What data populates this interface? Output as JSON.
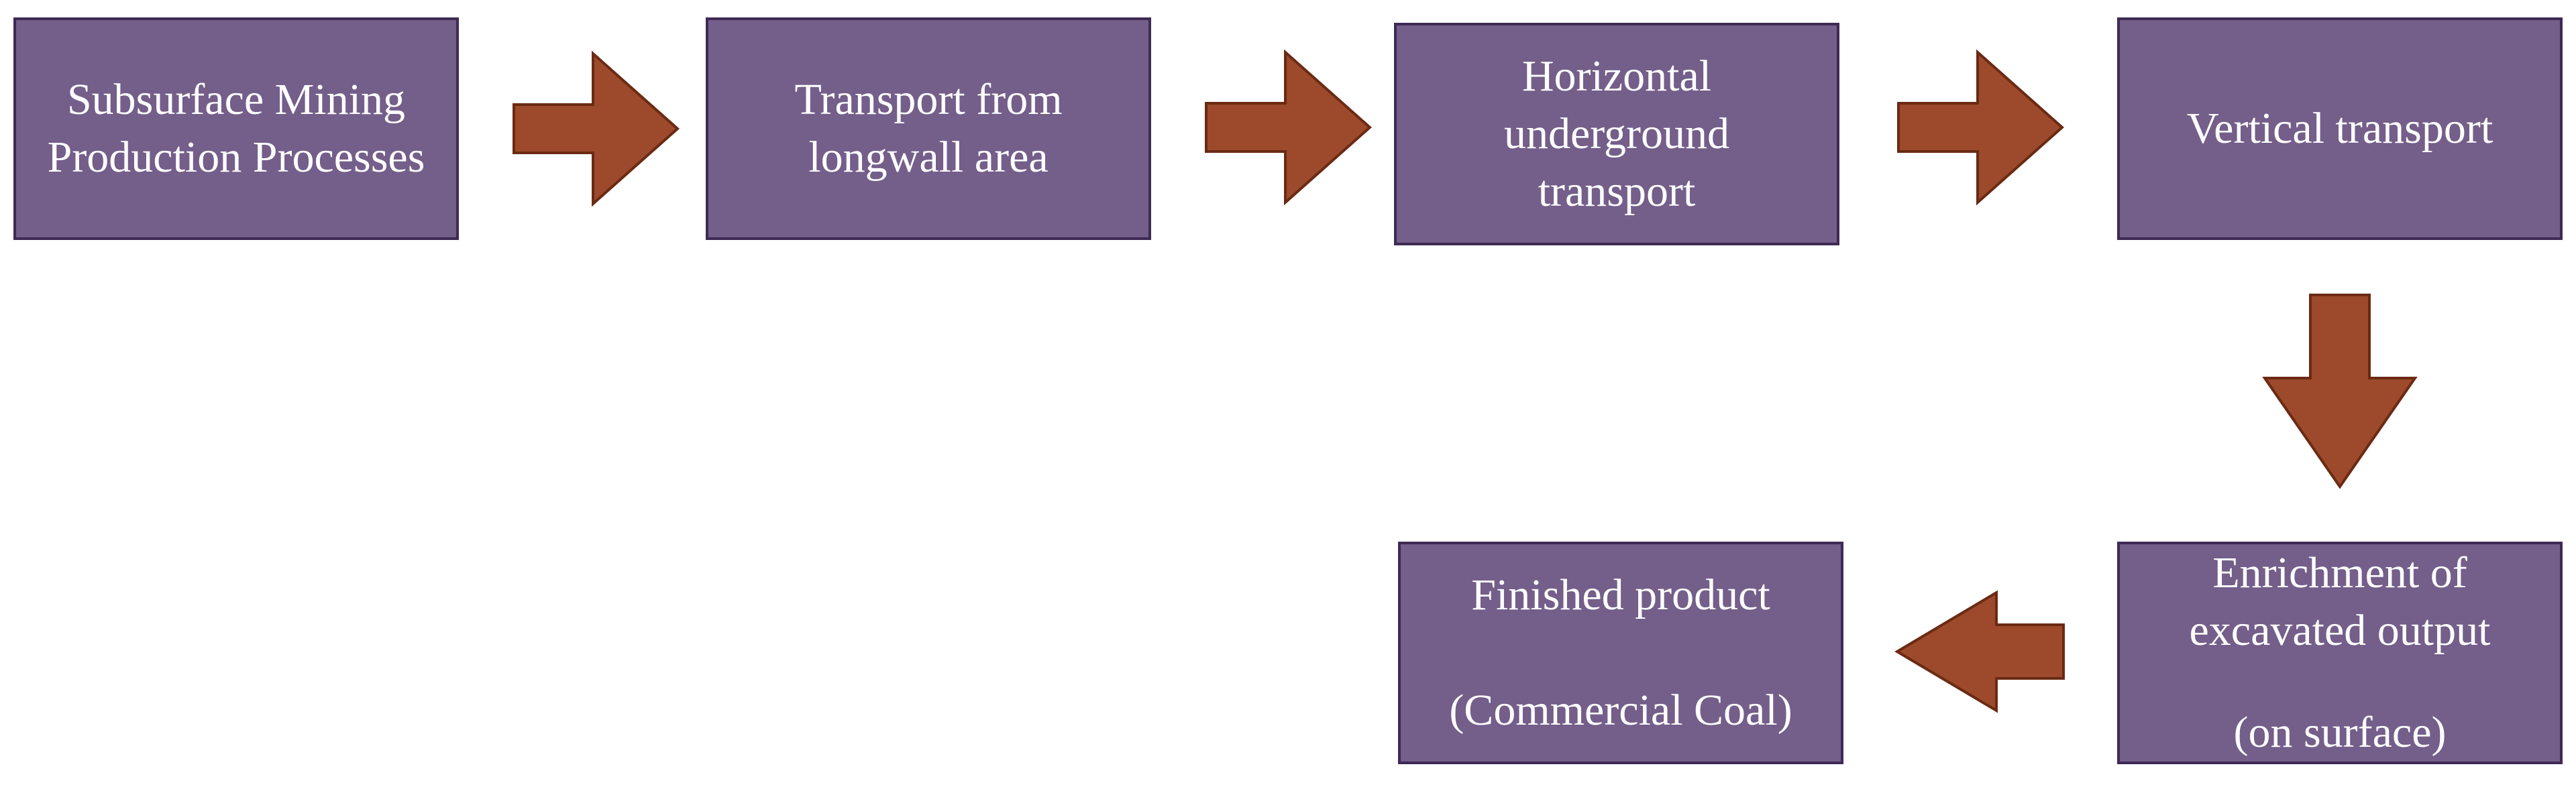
{
  "diagram": {
    "nodes": [
      {
        "id": "subsurface-mining",
        "lines": [
          "Subsurface Mining",
          "Production Processes"
        ]
      },
      {
        "id": "transport-longwall",
        "lines": [
          "Transport from",
          "longwall area"
        ]
      },
      {
        "id": "horizontal-transport",
        "lines": [
          "Horizontal",
          "underground",
          "transport"
        ]
      },
      {
        "id": "vertical-transport",
        "lines": [
          "Vertical transport"
        ]
      },
      {
        "id": "enrichment",
        "lines": [
          "Enrichment of",
          "excavated output",
          "",
          "(on surface)"
        ]
      },
      {
        "id": "finished-product",
        "lines": [
          "Finished product",
          "",
          "(Commercial Coal)"
        ]
      }
    ],
    "edges": [
      {
        "from": "subsurface-mining",
        "to": "transport-longwall",
        "direction": "right"
      },
      {
        "from": "transport-longwall",
        "to": "horizontal-transport",
        "direction": "right"
      },
      {
        "from": "horizontal-transport",
        "to": "vertical-transport",
        "direction": "right"
      },
      {
        "from": "vertical-transport",
        "to": "enrichment",
        "direction": "down"
      },
      {
        "from": "enrichment",
        "to": "finished-product",
        "direction": "left"
      }
    ],
    "colors": {
      "box_fill": "#745e8a",
      "box_border": "#3e2a54",
      "arrow_fill": "#9c4a2b",
      "arrow_border": "#6b2a13",
      "text": "#ffffff"
    }
  }
}
